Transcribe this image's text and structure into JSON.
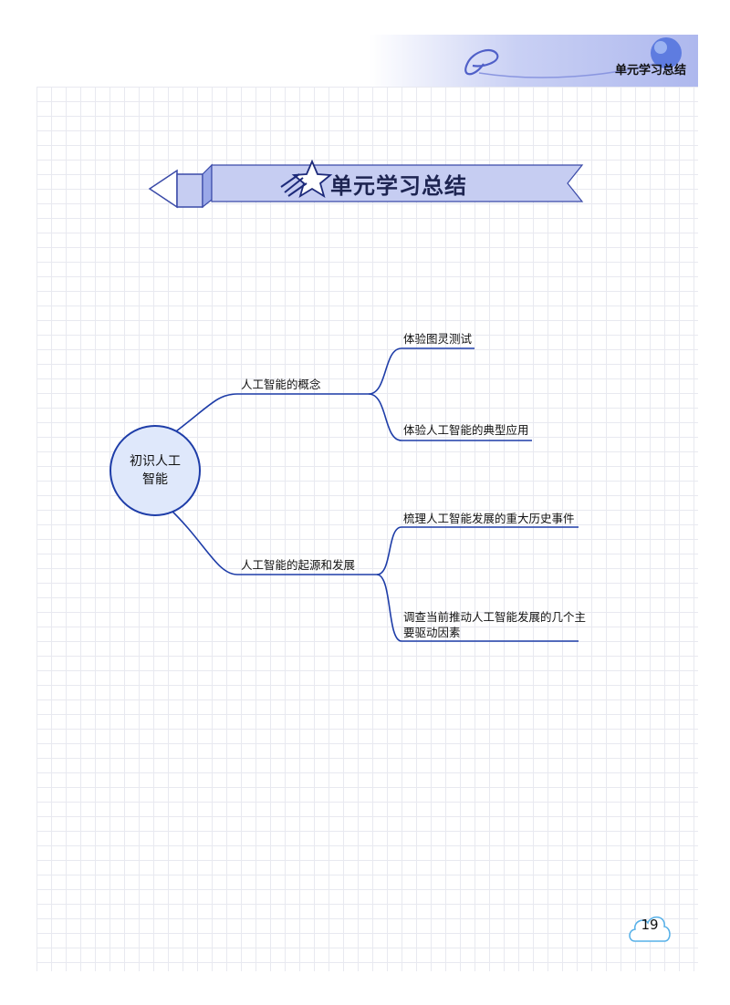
{
  "header": {
    "title": "单元学习总结"
  },
  "banner": {
    "title": "单元学习总结"
  },
  "mindmap": {
    "root": "初识人工智能",
    "branches": [
      {
        "label": "人工智能的概念",
        "children": [
          "体验图灵测试",
          "体验人工智能的典型应用"
        ]
      },
      {
        "label": "人工智能的起源和发展",
        "children": [
          "梳理人工智能发展的重大历史事件",
          "调查当前推动人工智能发展的几个主要驱动因素"
        ]
      }
    ]
  },
  "page": {
    "number": "19"
  },
  "colors": {
    "accent": "#1e3da8",
    "band": "#aeb8ee",
    "root_fill": "#dfe8fb"
  }
}
